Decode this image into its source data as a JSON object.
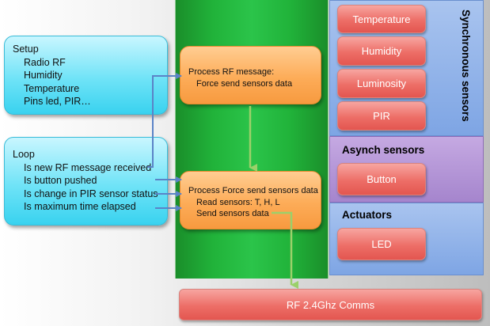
{
  "setup": {
    "title": "Setup",
    "items": [
      "Radio RF",
      "Humidity",
      "Temperature",
      "Pins led, PIR…"
    ]
  },
  "loop": {
    "title": "Loop",
    "items": [
      "Is new RF message received",
      "Is button pushed",
      "Is change in PIR sensor status",
      "Is maximum time elapsed"
    ]
  },
  "process_rf": {
    "title": "Process RF message:",
    "items": [
      "Force send sensors data"
    ]
  },
  "process_force": {
    "title": "Process Force send sensors data",
    "items": [
      "Read sensors: T, H, L",
      "Send sensors data"
    ]
  },
  "synchronous_sensors": {
    "title": "Synchronous sensors",
    "items": [
      "Temperature",
      "Humidity",
      "Luminosity",
      "PIR"
    ]
  },
  "asynch_sensors": {
    "title": "Asynch sensors",
    "items": [
      "Button"
    ]
  },
  "actuators": {
    "title": "Actuators",
    "items": [
      "LED"
    ]
  },
  "comms": {
    "label": "RF 2.4Ghz Comms"
  },
  "colors": {
    "arrow_blue": "#5b83c7",
    "arrow_green": "#9bd06a",
    "cyan": "#6fe3f7",
    "orange": "#fdac58",
    "red": "#ed6e67",
    "green": "#21b33a",
    "blue_panel": "#7ea5e4",
    "purple_panel": "#a585cd"
  }
}
